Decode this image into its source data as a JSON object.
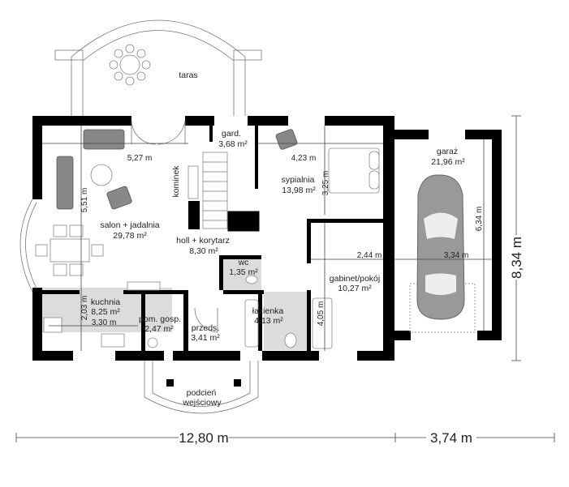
{
  "rooms": {
    "taras": {
      "name": "taras"
    },
    "salon": {
      "name": "salon + jadalnia",
      "area": "29,78 m²"
    },
    "gard": {
      "name": "gard.",
      "area": "3,68 m²"
    },
    "sypialnia": {
      "name": "sypialnia",
      "area": "13,98 m²"
    },
    "garaz": {
      "name": "garaż",
      "area": "21,96 m²"
    },
    "holl": {
      "name": "holl + korytarz",
      "area": "8,30 m²"
    },
    "wc": {
      "name": "wc",
      "area": "1,35 m²"
    },
    "gabinet": {
      "name": "gabinet/pokój",
      "area": "10,27 m²"
    },
    "kuchnia": {
      "name": "kuchnia",
      "area": "8,25 m²"
    },
    "pom_gosp": {
      "name": "pom. gosp.",
      "area": "2,47 m²"
    },
    "przeds": {
      "name": "przeds.",
      "area": "3,41 m²"
    },
    "lazienka": {
      "name": "łazienka",
      "area": "4,13 m²"
    },
    "podcien": {
      "name": "podcień",
      "name2": "wejściowy"
    },
    "kominek": {
      "name": "kominek"
    }
  },
  "dimensions": {
    "salon_width": "5,27 m",
    "salon_depth": "5,51 m",
    "sypialnia_width": "4,23 m",
    "sypialnia_depth": "3,25 m",
    "garaz_depth": "6,34 m",
    "gabinet_width": "2,44 m",
    "garaz_width": "3,34 m",
    "gabinet_depth": "4,05 m",
    "kuchnia_depth": "2,03 m",
    "kuchnia_width": "3,30 m",
    "total_width_house": "12,80 m",
    "total_width_garage": "3,74 m",
    "total_depth": "8,34 m"
  }
}
